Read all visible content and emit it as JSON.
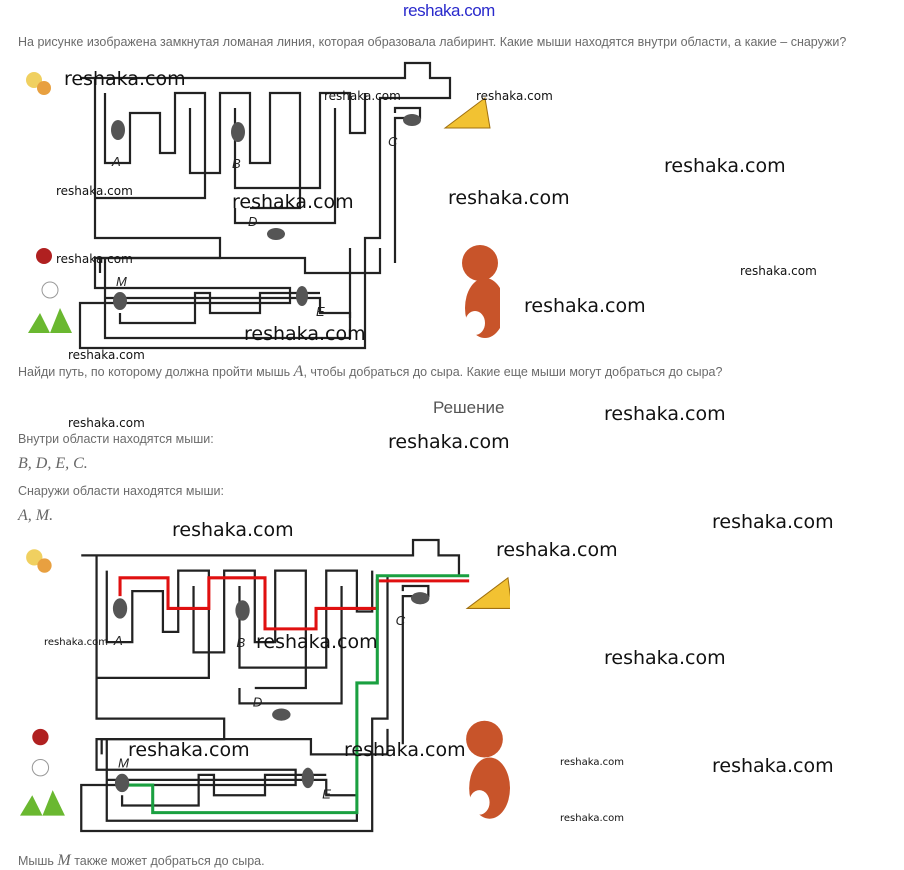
{
  "site_link": "reshaka.com",
  "watermark": "reshaka.com",
  "question": "На рисунке изображена замкнутая ломаная линия, которая образовала лабиринт. Какие мыши находятся внутри области, а какие – снаружи?",
  "task2": {
    "before": "Найди путь, по которому должна пройти мышь ",
    "mouse": "A",
    "after": ", чтобы добраться до сыра. Какие еще мыши могут добраться до сыра?"
  },
  "solution_title": "Решение",
  "inside_label": "Внутри области находятся мыши:",
  "inside_mice": "B, D, E, C.",
  "outside_label": "Снаружи области находятся мыши:",
  "outside_mice": "A, M.",
  "final": {
    "before": "Мышь ",
    "mouse": "M",
    "after": " также может добраться до сыра."
  },
  "maze_labels": {
    "a": "A",
    "b": "B",
    "c": "C",
    "d": "D",
    "e": "E",
    "m": "M"
  },
  "colors": {
    "path_a": "#e01010",
    "path_m": "#1aa040"
  }
}
